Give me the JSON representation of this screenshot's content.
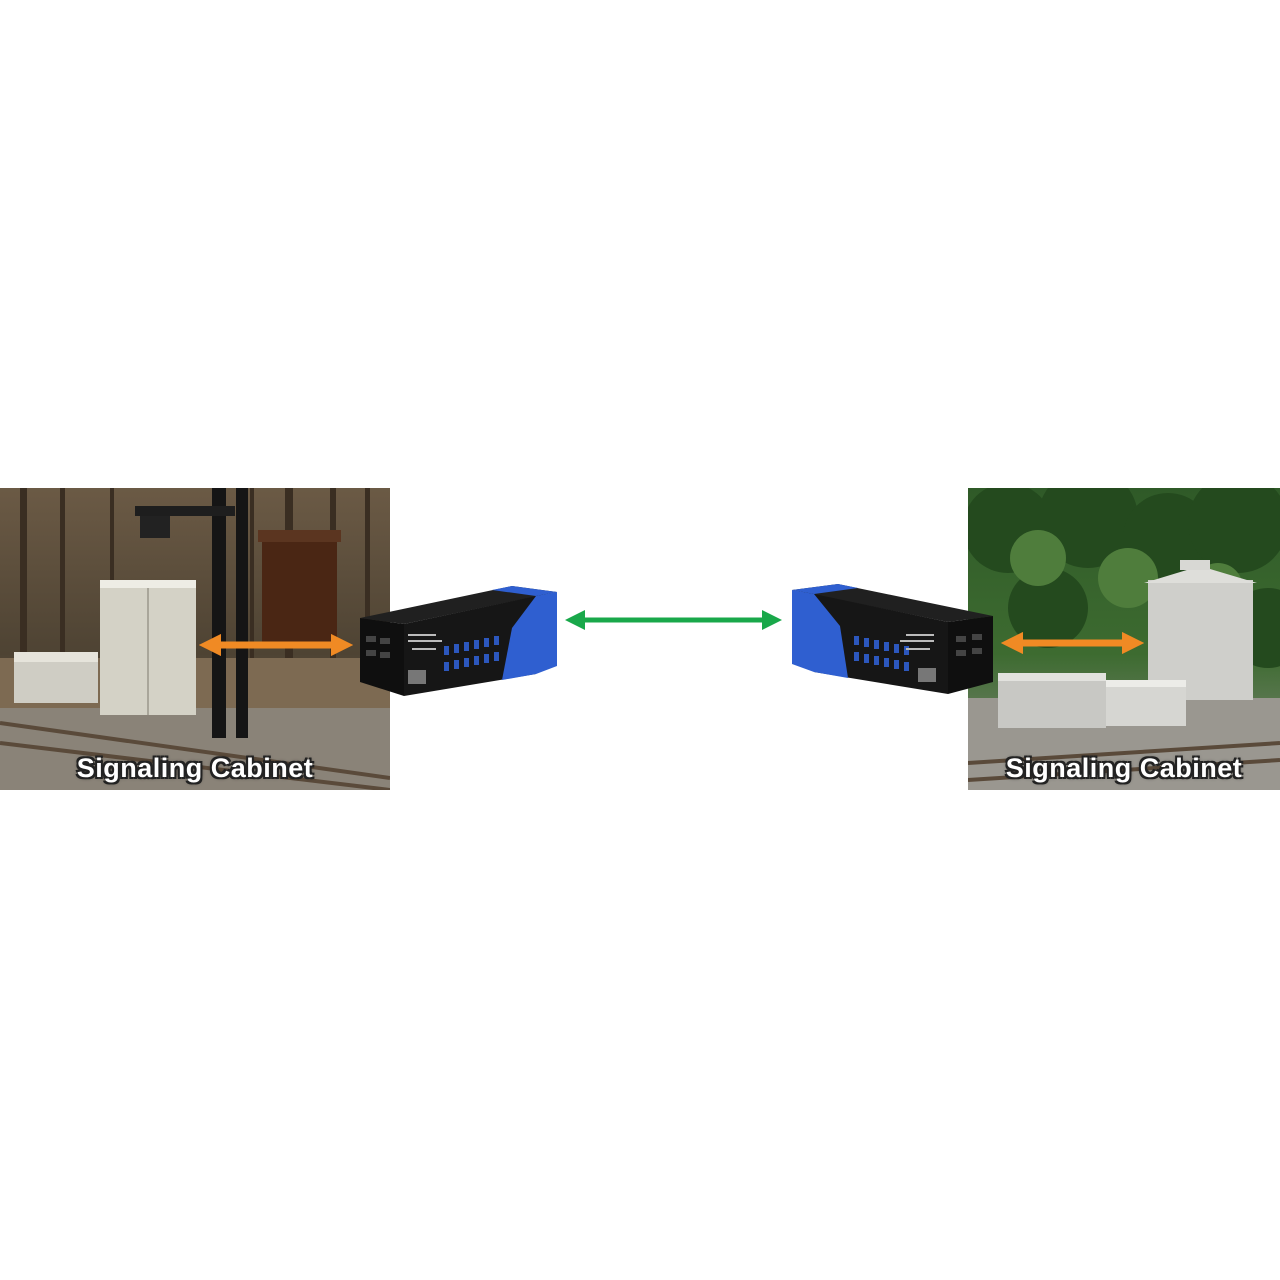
{
  "left_site": {
    "label": "Signaling Cabinet"
  },
  "right_site": {
    "label": "Signaling Cabinet"
  },
  "colors": {
    "local_link_arrow": "#f08a24",
    "fiber_link_arrow": "#19a84a",
    "device_body": "#151515",
    "device_accent": "#2f5fd0"
  },
  "icons": {
    "local_link": "double-headed-arrow",
    "fiber_link": "double-headed-arrow",
    "device": "media-converter"
  }
}
